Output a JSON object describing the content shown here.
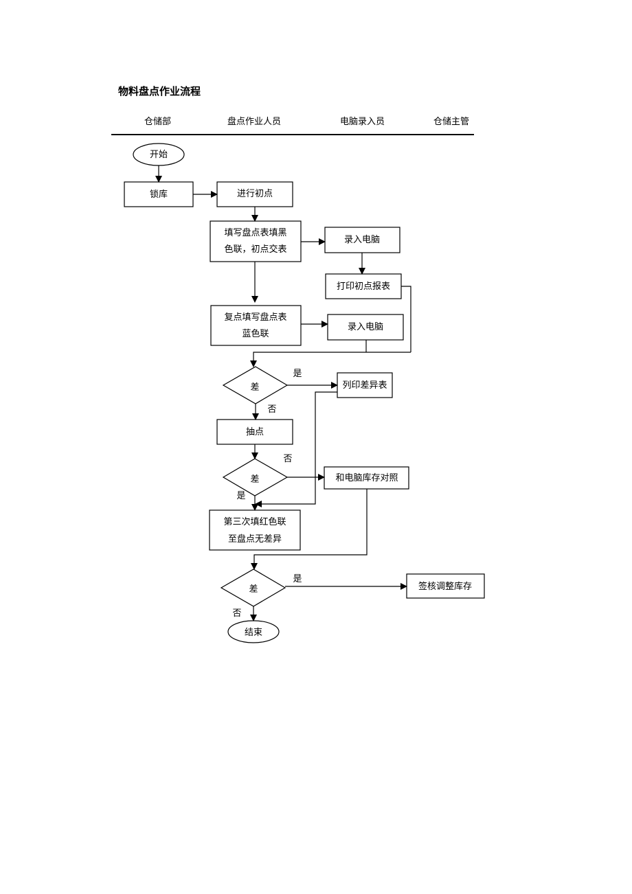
{
  "title": "物料盘点作业流程",
  "lanes": [
    "仓储部",
    "盘点作业人员",
    "电脑录入员",
    "仓储主管"
  ],
  "nodes": {
    "start": "开始",
    "lock": "锁库",
    "initial_count": "进行初点",
    "fill_black_1": "填写盘点表填黑",
    "fill_black_2": "色联，初点交表",
    "enter_pc_1": "录入电脑",
    "print_report": "打印初点报表",
    "recount_1": "复点填写盘点表",
    "recount_2": "蓝色联",
    "enter_pc_2": "录入电脑",
    "diff_1": "差",
    "print_diff": "列印差异表",
    "spot_check": "抽点",
    "diff_2": "差",
    "compare_pc": "和电脑库存对照",
    "third_1": "第三次填红色联",
    "third_2": "至盘点无差异",
    "diff_3": "差",
    "approve": "签核调整库存",
    "end": "结束"
  },
  "labels": {
    "yes_1": "是",
    "no_1": "否",
    "no_2": "否",
    "yes_2": "是",
    "yes_3": "是",
    "no_3": "否"
  }
}
